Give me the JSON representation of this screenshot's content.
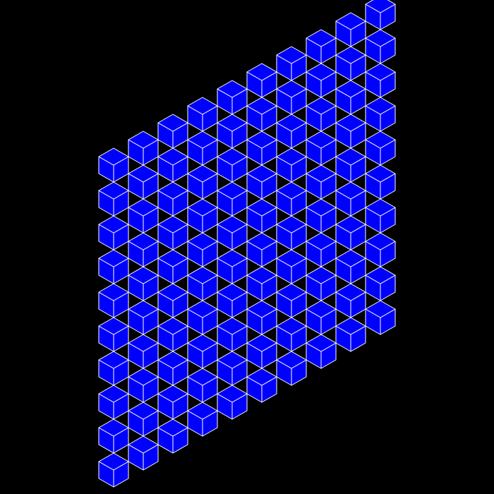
{
  "scene": {
    "background_color": "#000000",
    "cube_face_color": "#0000ff",
    "cube_edge_color": "#ffffff",
    "columns": 10,
    "rows": 10,
    "cube_count": 100
  }
}
